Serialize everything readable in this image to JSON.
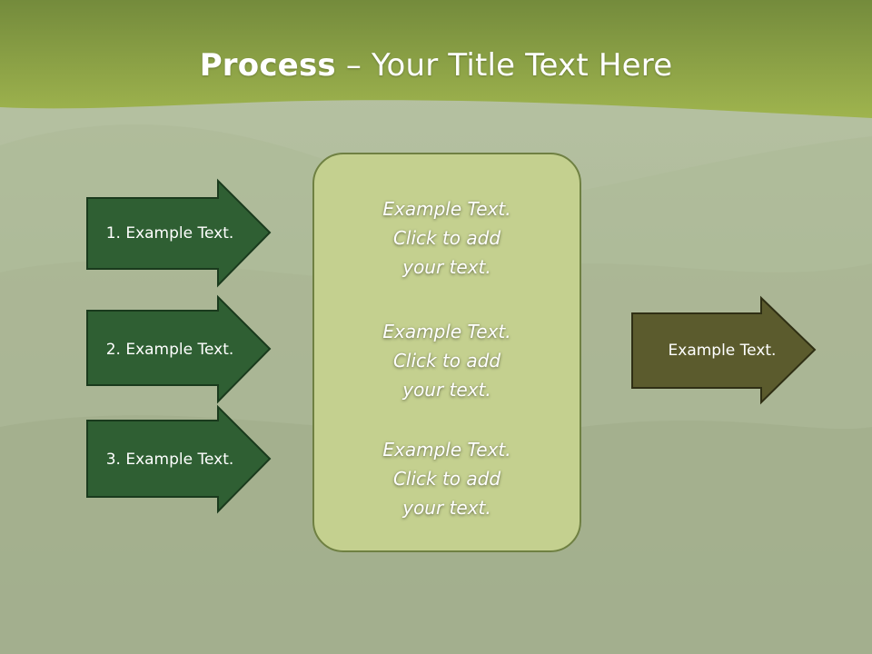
{
  "title": {
    "bold": "Process",
    "rest": " – Your Title Text Here"
  },
  "left_arrows": [
    {
      "label": "1. Example Text."
    },
    {
      "label": "2. Example Text."
    },
    {
      "label": "3. Example Text."
    }
  ],
  "panel_items": [
    {
      "line1": "Example Text.",
      "line2": "Click  to add",
      "line3": "your text."
    },
    {
      "line1": "Example Text.",
      "line2": "Click  to add",
      "line3": "your text."
    },
    {
      "line1": "Example Text.",
      "line2": "Click  to add",
      "line3": "your text."
    }
  ],
  "right_arrow": {
    "label": "Example Text."
  },
  "colors": {
    "left_arrow_fill": "#2f5f33",
    "right_arrow_fill": "#5b5b2d",
    "panel_fill": "#c4d08f",
    "header_band": "#9db14c"
  }
}
